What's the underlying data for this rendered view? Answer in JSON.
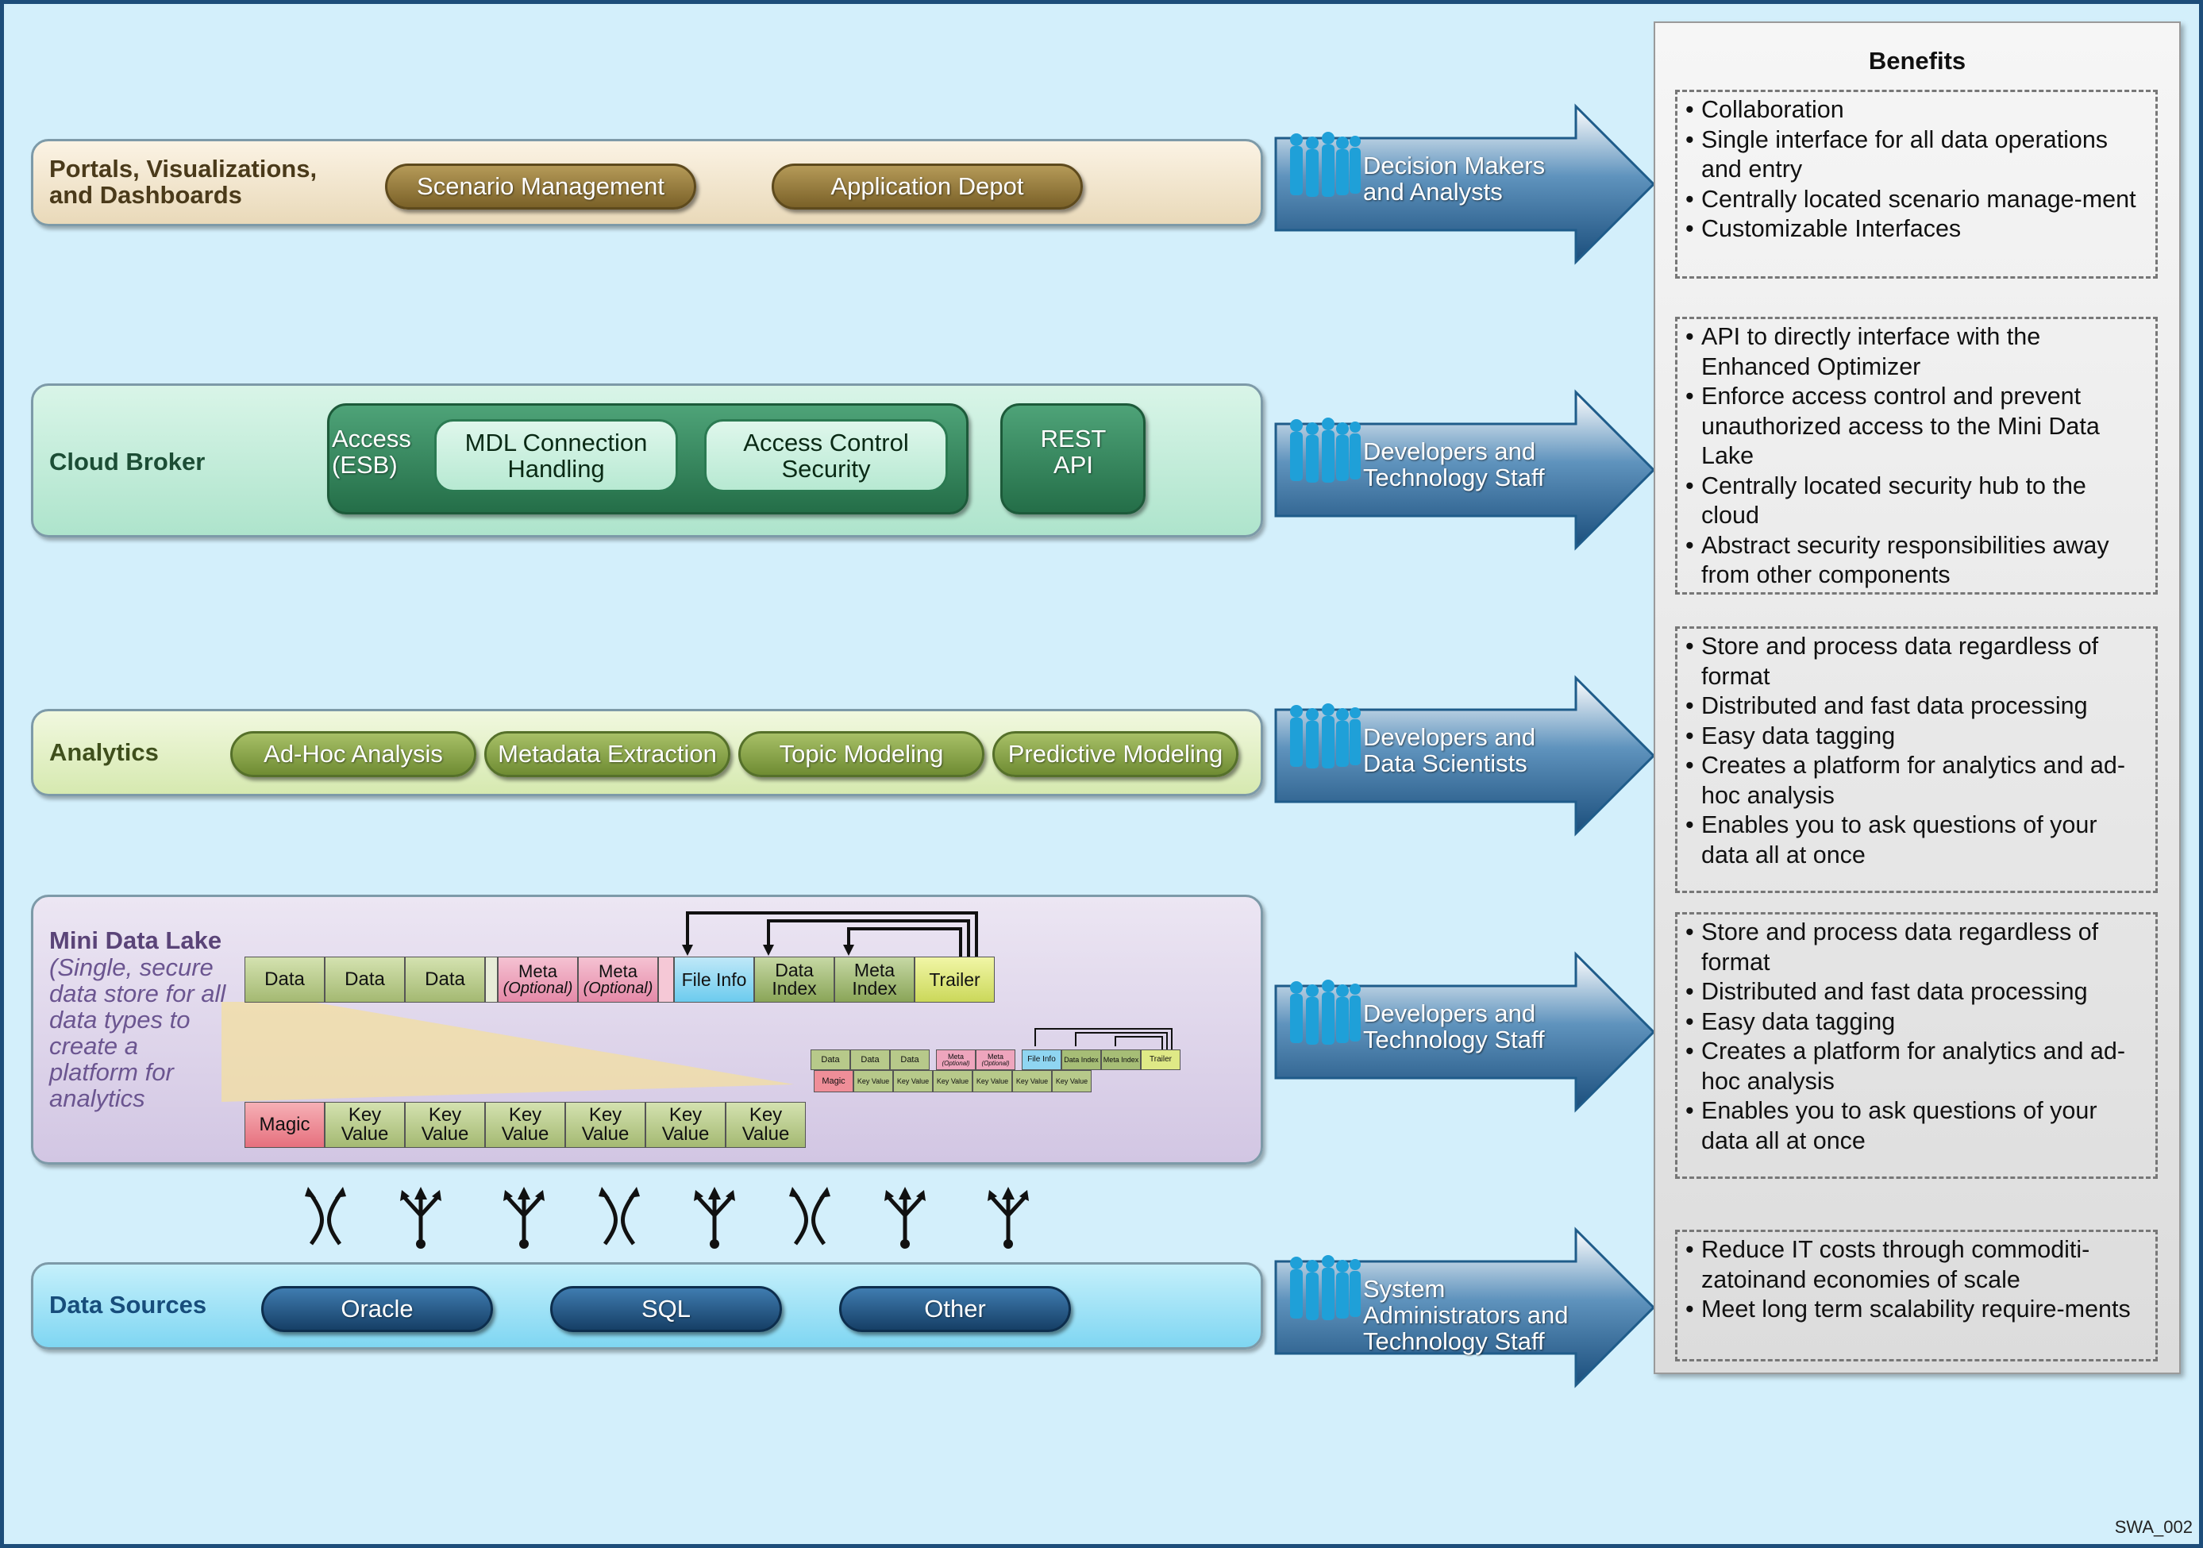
{
  "layers": {
    "portals": {
      "title": "Portals, Visualizations, and Dashboards",
      "items": [
        "Scenario Management",
        "Application Depot"
      ]
    },
    "cloud_broker": {
      "title": "Cloud Broker",
      "access": "Access (ESB)",
      "items": [
        "MDL Connection Handling",
        "Access Control Security"
      ],
      "rest": "REST API"
    },
    "analytics": {
      "title": "Analytics",
      "items": [
        "Ad-Hoc Analysis",
        "Metadata Extraction",
        "Topic Modeling",
        "Predictive Modeling"
      ]
    },
    "mini_data_lake": {
      "title": "Mini Data Lake",
      "subtitle": "(Single, secure data store for all data types to create a platform for analytics",
      "file_row": {
        "data": [
          "Data",
          "Data",
          "Data"
        ],
        "meta": [
          "Meta",
          "Meta"
        ],
        "meta_note": "(Optional)",
        "file_info": "File Info",
        "data_index": "Data Index",
        "meta_index": "Meta Index",
        "trailer": "Trailer"
      },
      "record_row": {
        "magic": "Magic",
        "kv": [
          "Key Value",
          "Key Value",
          "Key Value",
          "Key Value",
          "Key Value",
          "Key Value"
        ]
      }
    },
    "data_sources": {
      "title": "Data Sources",
      "items": [
        "Oracle",
        "SQL",
        "Other"
      ]
    }
  },
  "audiences": [
    "Decision Makers and Analysts",
    "Developers and Technology Staff",
    "Developers and Data Scientists",
    "Developers and Technology Staff",
    "System Administrators and Technology Staff"
  ],
  "benefits": {
    "title": "Benefits",
    "groups": [
      [
        "Collaboration",
        "Single interface for all data operations and entry",
        "Centrally located scenario manage-ment",
        "Customizable Interfaces"
      ],
      [
        "API to directly interface with the Enhanced Optimizer",
        "Enforce access control and prevent unauthorized access to the Mini Data Lake",
        "Centrally located security hub to the cloud",
        "Abstract security responsibilities away from other components"
      ],
      [
        "Store and process data regardless of format",
        "Distributed and fast data processing",
        "Easy data tagging",
        "Creates a platform for analytics and ad-hoc analysis",
        "Enables you to ask questions of your data all at once"
      ],
      [
        "Store and process data regardless of format",
        "Distributed and fast data processing",
        "Easy data tagging",
        "Creates a platform for analytics and ad-hoc analysis",
        "Enables you to ask questions of your data all at once"
      ],
      [
        "Reduce IT costs through commoditi-zatoinand economies of scale",
        "Meet long term scalability require-ments"
      ]
    ]
  },
  "figure_id": "SWA_002",
  "colors": {
    "background": "#d3effb",
    "portal_pill": "#8c7337",
    "analytics_pill": "#8aa64c",
    "source_pill": "#1f4f7d",
    "arrow": "#1f5c8a",
    "people_icon": "#1fa0d8"
  }
}
